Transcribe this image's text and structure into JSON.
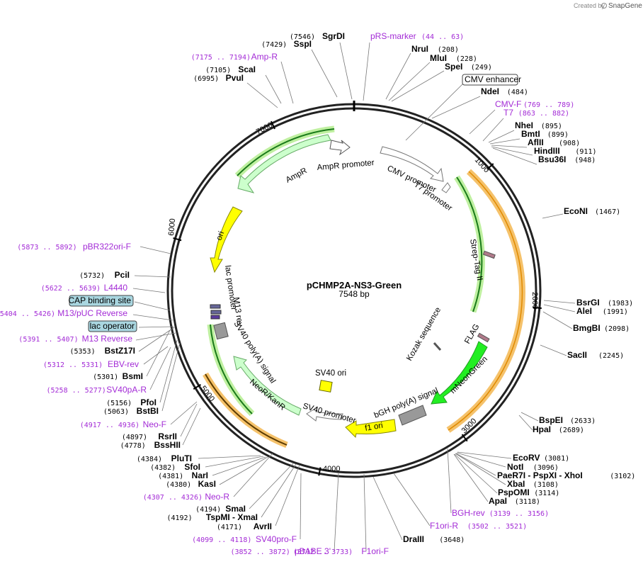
{
  "credit": {
    "prefix": "Created by",
    "brand": "SnapGene"
  },
  "plasmid": {
    "name": "pCHMP2A-NS3-Green",
    "length_text": "7548 bp",
    "length": 7548
  },
  "ticks": [
    {
      "value": 1000,
      "label": "1000"
    },
    {
      "value": 2000,
      "label": "2000"
    },
    {
      "value": 3000,
      "label": "3000"
    },
    {
      "value": 4000,
      "label": "4000"
    },
    {
      "value": 5000,
      "label": "5000"
    },
    {
      "value": 6000,
      "label": "6000"
    },
    {
      "value": 7000,
      "label": "7000"
    }
  ],
  "features": [
    {
      "name": "CMV promoter",
      "color": "#ffffff",
      "stroke": "#777777"
    },
    {
      "name": "T7 promoter",
      "color": "#ffffff",
      "stroke": "#777777"
    },
    {
      "name": "Strep-Tag II",
      "color": "#b07a8a",
      "stroke": "#555555"
    },
    {
      "name": "Kozak sequence",
      "color": "#ffffff",
      "stroke": "#555555"
    },
    {
      "name": "FLAG",
      "color": "#b07a8a",
      "stroke": "#555555"
    },
    {
      "name": "mNeonGreen",
      "color": "#22ee22",
      "stroke": "#229922"
    },
    {
      "name": "bGH poly(A) signal",
      "color": "#999999",
      "stroke": "#555555"
    },
    {
      "name": "f1 ori",
      "color": "#ffff00",
      "stroke": "#888800"
    },
    {
      "name": "SV40 promoter",
      "color": "#ffffff",
      "stroke": "#777777"
    },
    {
      "name": "SV40 ori",
      "color": "#ffff00",
      "stroke": "#666600"
    },
    {
      "name": "NeoR/KanR",
      "color": "#ccffcc",
      "stroke": "#66aa66"
    },
    {
      "name": "SV40 poly(A) signal",
      "color": "#999999",
      "stroke": "#555555"
    },
    {
      "name": "lac promoter",
      "color": "#ffffff",
      "stroke": "#555555"
    },
    {
      "name": "M13 rev",
      "color": "#666699",
      "stroke": "#333333"
    },
    {
      "name": "ori",
      "color": "#ffff00",
      "stroke": "#888800"
    },
    {
      "name": "AmpR",
      "color": "#ccffcc",
      "stroke": "#66aa66"
    },
    {
      "name": "AmpR promoter",
      "color": "#ffffff",
      "stroke": "#777777"
    }
  ],
  "sites_right": [
    {
      "name": "NruI",
      "pos": "(208)"
    },
    {
      "name": "MluI",
      "pos": "(228)"
    },
    {
      "name": "SpeI",
      "pos": "(249)"
    },
    {
      "name": "CMV enhancer",
      "pos": ""
    },
    {
      "name": "NdeI",
      "pos": "(484)"
    },
    {
      "name": "NheI",
      "pos": "(895)"
    },
    {
      "name": "BmtI",
      "pos": "(899)"
    },
    {
      "name": "AflII",
      "pos": "(908)"
    },
    {
      "name": "HindIII",
      "pos": "(911)"
    },
    {
      "name": "Bsu36I",
      "pos": "(948)"
    },
    {
      "name": "EcoNI",
      "pos": "(1467)"
    },
    {
      "name": "BsrGI",
      "pos": "(1983)"
    },
    {
      "name": "AleI",
      "pos": "(1991)"
    },
    {
      "name": "BmgBI",
      "pos": "(2098)"
    },
    {
      "name": "SacII",
      "pos": "(2245)"
    },
    {
      "name": "BspEI",
      "pos": "(2633)"
    },
    {
      "name": "HpaI",
      "pos": "(2689)"
    },
    {
      "name": "EcoRV",
      "pos": "(3081)"
    },
    {
      "name": "NotI",
      "pos": "(3096)"
    },
    {
      "name": "PaeR7I - PspXI - XhoI",
      "pos": "(3102)"
    },
    {
      "name": "XbaI",
      "pos": "(3108)"
    },
    {
      "name": "PspOMI",
      "pos": "(3114)"
    },
    {
      "name": "ApaI",
      "pos": "(3118)"
    },
    {
      "name": "DraIII",
      "pos": "(3648)"
    }
  ],
  "sites_left": [
    {
      "name": "SgrDI",
      "pos": "(7546)"
    },
    {
      "name": "SspI",
      "pos": "(7429)"
    },
    {
      "name": "ScaI",
      "pos": "(7105)"
    },
    {
      "name": "PvuI",
      "pos": "(6995)"
    },
    {
      "name": "PciI",
      "pos": "(5732)"
    },
    {
      "name": "BstZ17I",
      "pos": "(5353)"
    },
    {
      "name": "BsmI",
      "pos": "(5301)"
    },
    {
      "name": "PfoI",
      "pos": "(5156)"
    },
    {
      "name": "BstBI",
      "pos": "(5063)"
    },
    {
      "name": "RsrII",
      "pos": "(4897)"
    },
    {
      "name": "BssHII",
      "pos": "(4778)"
    },
    {
      "name": "PluTI",
      "pos": "(4384)"
    },
    {
      "name": "SfoI",
      "pos": "(4382)"
    },
    {
      "name": "NarI",
      "pos": "(4381)"
    },
    {
      "name": "KasI",
      "pos": "(4380)"
    },
    {
      "name": "SmaI",
      "pos": "(4194)"
    },
    {
      "name": "TspMI - XmaI",
      "pos": "(4192)"
    },
    {
      "name": "AvrII",
      "pos": "(4171)"
    }
  ],
  "primers": [
    {
      "name": "pRS-marker",
      "pos": "(44 .. 63)"
    },
    {
      "name": "Amp-R",
      "pos": "(7175 .. 7194)"
    },
    {
      "name": "CMV-F",
      "pos": "(769 .. 789)"
    },
    {
      "name": "T7",
      "pos": "(863 .. 882)"
    },
    {
      "name": "pBR322ori-F",
      "pos": "(5873 .. 5892)"
    },
    {
      "name": "L4440",
      "pos": "(5622 .. 5639)"
    },
    {
      "name": "CAP binding site",
      "pos": ""
    },
    {
      "name": "M13/pUC Reverse",
      "pos": "(5404 .. 5426)"
    },
    {
      "name": "lac operator",
      "pos": ""
    },
    {
      "name": "M13 Reverse",
      "pos": "(5391 .. 5407)"
    },
    {
      "name": "EBV-rev",
      "pos": "(5312 .. 5331)"
    },
    {
      "name": "SV40pA-R",
      "pos": "(5258 .. 5277)"
    },
    {
      "name": "Neo-F",
      "pos": "(4917 .. 4936)"
    },
    {
      "name": "Neo-R",
      "pos": "(4307 .. 4326)"
    },
    {
      "name": "SV40pro-F",
      "pos": "(4099 .. 4118)"
    },
    {
      "name": "pBABE 3'",
      "pos": "(3852 .. 3872)"
    },
    {
      "name": "F1ori-F",
      "pos": "(3712 .. 3733)"
    },
    {
      "name": "F1ori-R",
      "pos": "(3502 .. 3521)"
    },
    {
      "name": "BGH-rev",
      "pos": "(3139 .. 3156)"
    }
  ]
}
